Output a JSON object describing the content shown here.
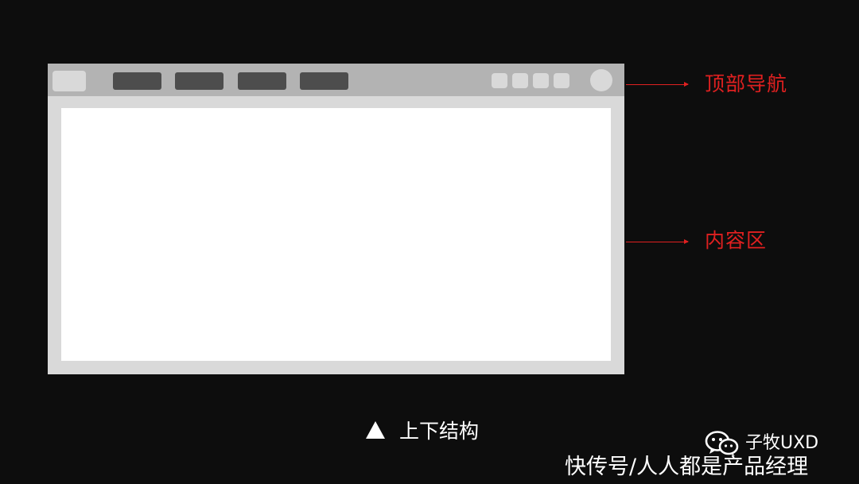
{
  "diagram": {
    "caption_marker": "up-triangle-icon",
    "caption": "上下结构",
    "annotations": {
      "top_nav": "顶部导航",
      "content_area": "内容区"
    }
  },
  "watermark": {
    "icon": "wechat-icon",
    "brand": "子牧UXD",
    "source": "快传号/人人都是产品经理"
  },
  "colors": {
    "background": "#0d0d0d",
    "annotation": "#e02020",
    "nav_bar": "#b3b3b3",
    "frame": "#d9d9d9",
    "nav_tab": "#4d4d4d",
    "content": "#ffffff"
  }
}
